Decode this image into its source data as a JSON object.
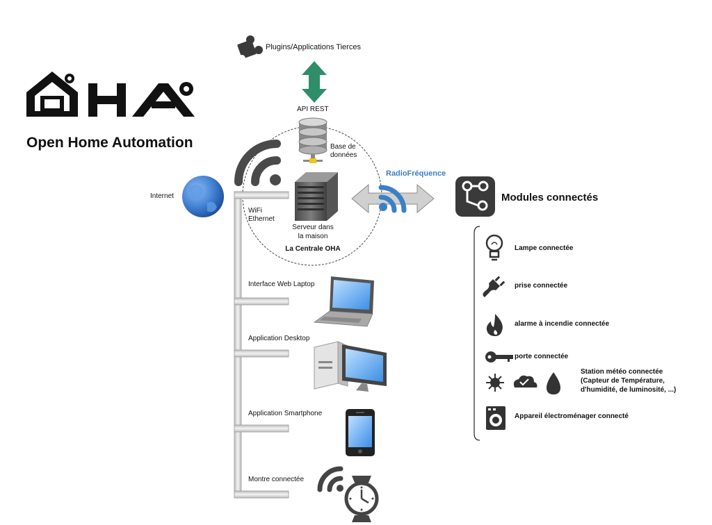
{
  "logo": {
    "text": "HA",
    "tagline": "Open Home Automation"
  },
  "plugins": {
    "label": "Plugins/Applications Tierces"
  },
  "api": {
    "label": "API REST"
  },
  "database": {
    "label_line1": "Base de",
    "label_line2": "données"
  },
  "internet": {
    "label": "Internet"
  },
  "network": {
    "label_line1": "WiFi",
    "label_line2": "Ethernet"
  },
  "server": {
    "label_line1": "Serveur dans",
    "label_line2": "la maison",
    "central_label": "La Centrale OHA"
  },
  "radio": {
    "label": "RadioFréquence"
  },
  "modules": {
    "title": "Modules connectés",
    "items": [
      {
        "icon": "lightbulb-icon",
        "label": "Lampe connectée"
      },
      {
        "icon": "plug-icon",
        "label": "prise connectée"
      },
      {
        "icon": "fire-icon",
        "label": "alarme à incendie connectée"
      },
      {
        "icon": "key-icon",
        "label": "porte connectée"
      },
      {
        "icon": "weather-icons",
        "label_line1": "Station météo connectée",
        "label_line2": "(Capteur de Température,",
        "label_line3": "d'humidité, de luminosité, ...)"
      },
      {
        "icon": "washing-machine-icon",
        "label": "Appareil électroménager connecté"
      }
    ]
  },
  "clients": [
    {
      "icon": "laptop-icon",
      "label": "Interface Web Laptop"
    },
    {
      "icon": "desktop-icon",
      "label": "Application Desktop"
    },
    {
      "icon": "smartphone-icon",
      "label": "Application Smartphone"
    },
    {
      "icon": "smartwatch-icon",
      "label": "Montre connectée"
    }
  ],
  "colors": {
    "arrow_green": "#2f8e6a",
    "radio_blue": "#3b7fc6",
    "globe_blue": "#3f7fd3",
    "pipe_grey": "#d2d2d2",
    "dark_icon": "#3a3a3a"
  }
}
